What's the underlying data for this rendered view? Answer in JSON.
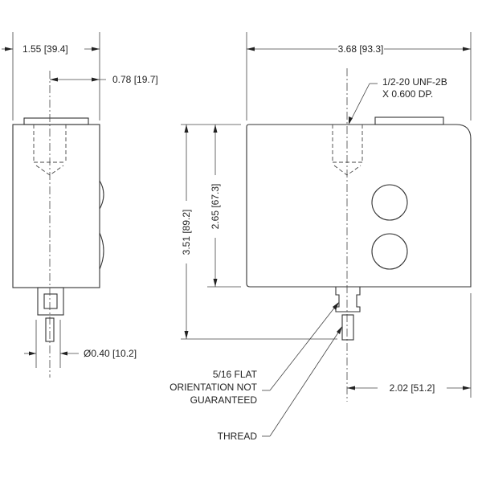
{
  "title": "Mechanical dimension drawing - side and front views",
  "dimensions": {
    "side_width": "1.55 [39.4]",
    "side_center_offset": "0.78 [19.7]",
    "stem_diameter": "Ø0.40 [10.2]",
    "front_width": "3.68 [93.3]",
    "overall_height": "3.51 [89.2]",
    "body_height": "2.65 [67.3]",
    "center_to_edge": "2.02 [51.2]"
  },
  "callouts": {
    "tapped_hole_line1": "1/2-20 UNF-2B",
    "tapped_hole_line2": "X 0.600 DP.",
    "flat_line1": "5/16 FLAT",
    "flat_line2": "ORIENTATION NOT",
    "flat_line3": "GUARANTEED",
    "thread": "THREAD"
  }
}
